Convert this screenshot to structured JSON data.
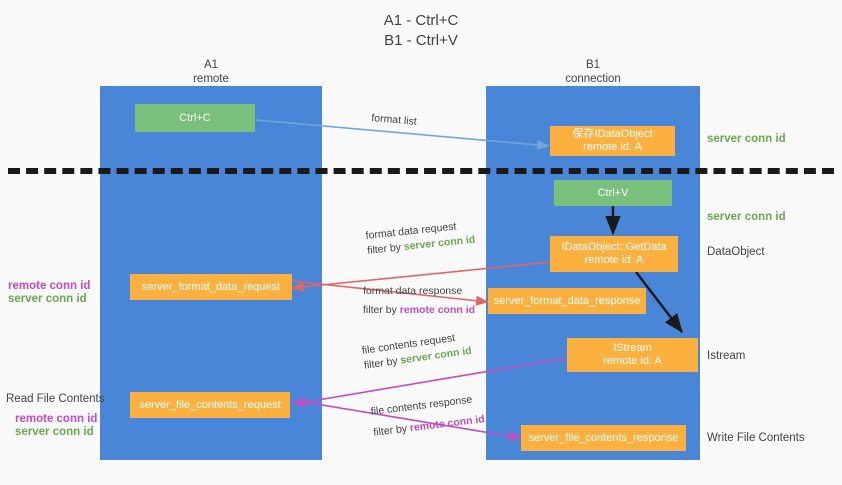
{
  "title": {
    "line1": "A1 - Ctrl+C",
    "line2": "B1 - Ctrl+V"
  },
  "lanes": [
    {
      "name": "A1",
      "sub": "remote"
    },
    {
      "name": "B1",
      "sub": "connection"
    }
  ],
  "boxes": {
    "ctrl_c": {
      "label": "Ctrl+C"
    },
    "ctrl_v": {
      "label": "Ctrl+V"
    },
    "save_dataobject": {
      "line1": "保存IDataObject",
      "line2": "remote id: A"
    },
    "getdata": {
      "line1": "IDataObject::GetData",
      "line2": "remote id: A"
    },
    "istream": {
      "line1": "IStream",
      "line2": "remote id: A"
    },
    "server_format_data_request": {
      "label": "server_format_data_request"
    },
    "server_format_data_response": {
      "label": "server_format_data_response"
    },
    "server_file_contents_request": {
      "label": "server_file_contents_request"
    },
    "server_file_contents_response": {
      "label": "server_file_contents_response"
    }
  },
  "right_labels": {
    "server_conn_id_top": "server conn id",
    "server_conn_id_mid": "server conn id",
    "dataobject": "DataObject",
    "istream": "Istream",
    "write_file_contents": "Write File Contents"
  },
  "left_labels": {
    "remote_conn_id_1": "remote conn id",
    "server_conn_id_1": "server conn id",
    "read_file_contents": "Read File Contents",
    "remote_conn_id_2": "remote conn id",
    "server_conn_id_2": "server conn id"
  },
  "edges": {
    "format_list": {
      "text": "format list"
    },
    "format_data_request": {
      "line1": "format data request",
      "filter_prefix": "filter by ",
      "filter_value": "server conn id"
    },
    "format_data_response": {
      "line1": "format data response",
      "filter_prefix": "filter by ",
      "filter_value": "remote conn id"
    },
    "file_contents_request": {
      "line1": "file contents request",
      "filter_prefix": "filter by ",
      "filter_value": "server conn id"
    },
    "file_contents_response": {
      "line1": "file contents response",
      "filter_prefix": "filter by ",
      "filter_value": "remote conn id"
    }
  },
  "colors": {
    "lane": "#4a86d8",
    "green_box": "#79c07c",
    "orange_box": "#fbb040",
    "server_conn": "#6aa84f",
    "remote_conn": "#c14bc1",
    "arrow_blue": "#6fa8dc",
    "arrow_red": "#e06666",
    "arrow_magenta": "#c14bc1",
    "arrow_black": "#1a1a1a"
  }
}
